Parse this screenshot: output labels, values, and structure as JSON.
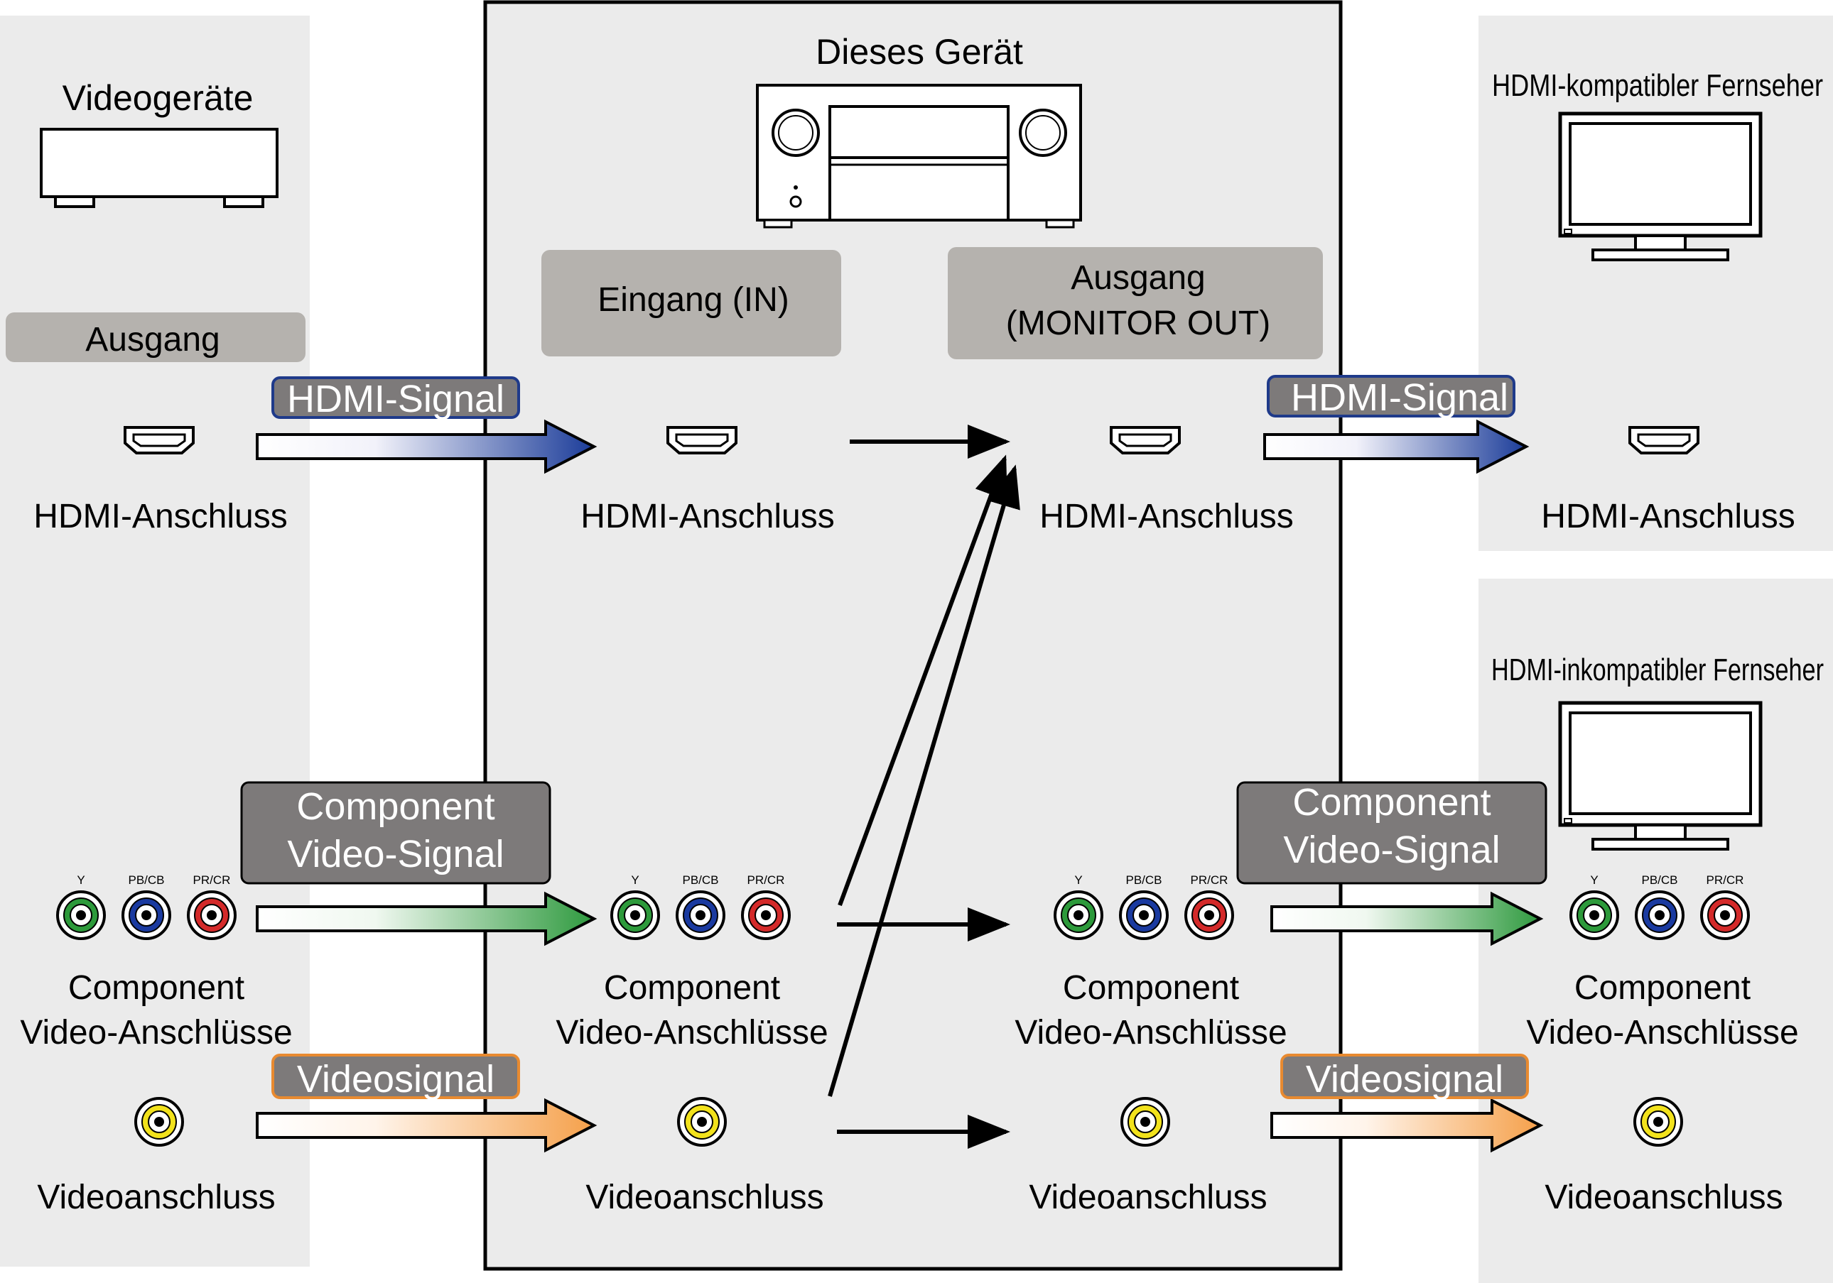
{
  "source": {
    "title": "Videogeräte",
    "output_label": "Ausgang",
    "hdmi_label": "HDMI-Anschluss",
    "component_label_1": "Component",
    "component_label_2": "Video-Anschlüsse",
    "video_label": "Videoanschluss"
  },
  "unit": {
    "title": "Dieses Gerät",
    "input_label": "Eingang (IN)",
    "output_label_1": "Ausgang",
    "output_label_2": "(MONITOR OUT)",
    "in_hdmi_label": "HDMI-Anschluss",
    "in_component_label_1": "Component",
    "in_component_label_2": "Video-Anschlüsse",
    "in_video_label": "Videoanschluss",
    "out_hdmi_label": "HDMI-Anschluss",
    "out_component_label_1": "Component",
    "out_component_label_2": "Video-Anschlüsse",
    "out_video_label": "Videoanschluss"
  },
  "tv_hdmi": {
    "title": "HDMI-kompatibler Fernseher",
    "hdmi_label": "HDMI-Anschluss"
  },
  "tv_nonhdmi": {
    "title": "HDMI-inkompatibler Fernseher",
    "component_label_1": "Component",
    "component_label_2": "Video-Anschlüsse",
    "video_label": "Videoanschluss"
  },
  "signals": {
    "hdmi": "HDMI-Signal",
    "component_1": "Component",
    "component_2": "Video-Signal",
    "video": "Videosignal"
  },
  "jack_labels": {
    "y": "Y",
    "pb": "PB/CB",
    "pr": "PR/CR"
  },
  "colors": {
    "panel_bg": "#ebebeb",
    "label_box": "#b5b2ae",
    "badge": "#7d7a7a",
    "hdmi_badge_border": "#1f3a8a",
    "video_badge_border": "#e88a30",
    "hdmi_arrow": "#1b3c99",
    "component_arrow": "#2f9a3f",
    "video_arrow": "#f5a04a",
    "jack_green": "#2d9a3b",
    "jack_blue": "#1a3aa0",
    "jack_red": "#d42a2a",
    "jack_yellow": "#f2e21c"
  }
}
